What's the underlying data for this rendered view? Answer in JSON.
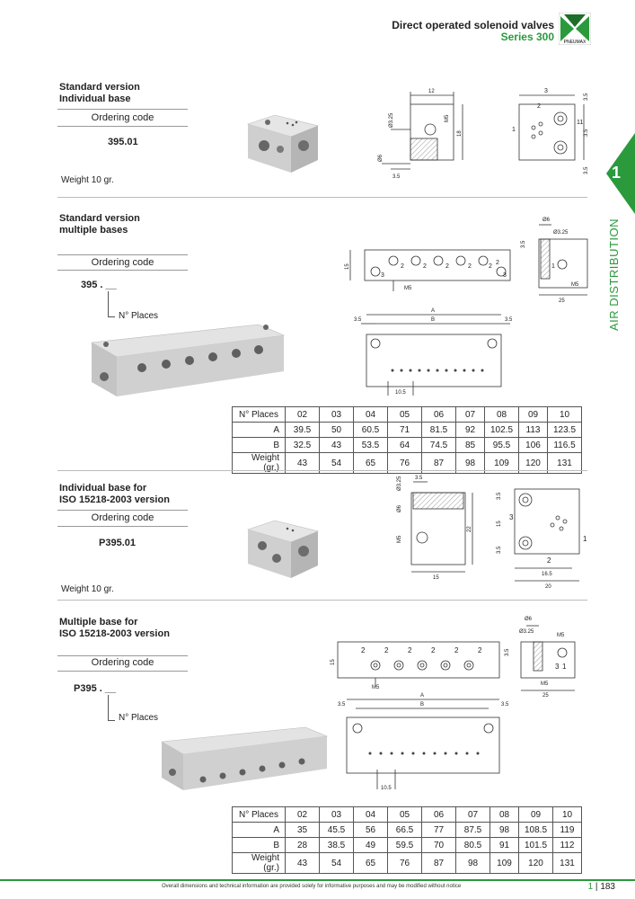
{
  "header": {
    "title": "Direct operated solenoid valves",
    "subtitle": "Series 300",
    "brand": "PNEUMAX",
    "accent_color": "#2a9a3c"
  },
  "side_tab": {
    "number": "1",
    "label": "AIR DISTRIBUTION"
  },
  "sections": [
    {
      "title_line1": "Standard version",
      "title_line2": "Individual base",
      "ordering_label": "Ordering code",
      "code": "395.01",
      "weight": "Weight 10 gr.",
      "dims": [
        "12",
        "M5",
        "Ø3.25",
        "Ø6",
        "18",
        "3.5",
        "2",
        "3",
        "1",
        "11",
        "3.5",
        "3.5",
        "3.5"
      ]
    },
    {
      "title_line1": "Standard version",
      "title_line2": "multiple bases",
      "ordering_label": "Ordering code",
      "code": "395 . __",
      "places_label": "N° Places",
      "dims": [
        "15",
        "3",
        "2",
        "2",
        "2",
        "2",
        "2",
        "2",
        "3",
        "M5",
        "Ø6",
        "Ø3.25",
        "3.5",
        "1",
        "M5",
        "25",
        "A",
        "B",
        "3.5",
        "3.5",
        "10.5"
      ],
      "table": {
        "headers": [
          "N° Places",
          "02",
          "03",
          "04",
          "05",
          "06",
          "07",
          "08",
          "09",
          "10"
        ],
        "rows": [
          [
            "A",
            "39.5",
            "50",
            "60.5",
            "71",
            "81.5",
            "92",
            "102.5",
            "113",
            "123.5"
          ],
          [
            "B",
            "32.5",
            "43",
            "53.5",
            "64",
            "74.5",
            "85",
            "95.5",
            "106",
            "116.5"
          ],
          [
            "Weight (gr.)",
            "43",
            "54",
            "65",
            "76",
            "87",
            "98",
            "109",
            "120",
            "131"
          ]
        ]
      }
    },
    {
      "title_line1": "Individual base for",
      "title_line2": "ISO 15218-2003 version",
      "ordering_label": "Ordering code",
      "code": "P395.01",
      "weight": "Weight 10 gr.",
      "dims": [
        "Ø3.25",
        "3.5",
        "Ø6",
        "22",
        "M5",
        "15",
        "3.5",
        "15",
        "3.5",
        "3",
        "1",
        "2",
        "16.5",
        "20"
      ]
    },
    {
      "title_line1": "Multiple base for",
      "title_line2": "ISO 15218-2003 version",
      "ordering_label": "Ordering code",
      "code": "P395 . __",
      "places_label": "N° Places",
      "dims": [
        "15",
        "2",
        "2",
        "2",
        "2",
        "2",
        "2",
        "M5",
        "Ø6",
        "Ø3.25",
        "M5",
        "3.5",
        "3",
        "1",
        "M5",
        "25",
        "A",
        "B",
        "3.5",
        "3.5",
        "10.5"
      ],
      "table": {
        "headers": [
          "N° Places",
          "02",
          "03",
          "04",
          "05",
          "06",
          "07",
          "08",
          "09",
          "10"
        ],
        "rows": [
          [
            "A",
            "35",
            "45.5",
            "56",
            "66.5",
            "77",
            "87.5",
            "98",
            "108.5",
            "119"
          ],
          [
            "B",
            "28",
            "38.5",
            "49",
            "59.5",
            "70",
            "80.5",
            "91",
            "101.5",
            "112"
          ],
          [
            "Weight (gr.)",
            "43",
            "54",
            "65",
            "76",
            "87",
            "98",
            "109",
            "120",
            "131"
          ]
        ]
      }
    }
  ],
  "footer": {
    "note": "Overall dimensions and technical information are provided solely for informative purposes and may be modified without notice",
    "section": "1",
    "page": "183"
  }
}
